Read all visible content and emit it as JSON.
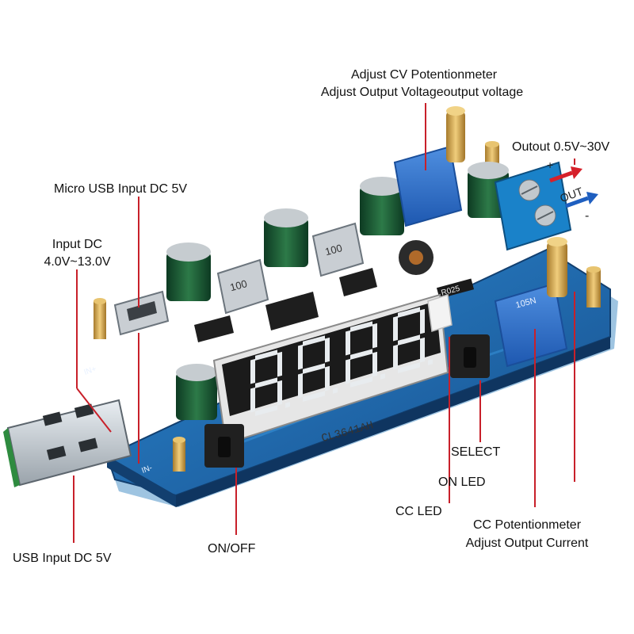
{
  "labels": {
    "cv_pot_title": "Adjust CV Potentionmeter",
    "cv_pot_desc": "Adjust Output Voltageoutput voltage",
    "output_range": "Outout 0.5V~30V",
    "micro_usb": "Micro USB Input DC 5V",
    "input_dc_line1": "Input DC",
    "input_dc_line2": "4.0V~13.0V",
    "select": "SELECT",
    "on_led": "ON LED",
    "cc_led": "CC LED",
    "cc_pot_title": "CC Potentionmeter",
    "cc_pot_desc": "Adjust Output Current",
    "usb_input": "USB Input DC 5V",
    "on_off": "ON/OFF"
  },
  "board_marks": {
    "display_part": "CL3641AH",
    "out_label": "OUT",
    "plus": "+",
    "minus": "-",
    "in_plus": "IN+",
    "in_minus": "IN-",
    "inductor_code_1": "100",
    "inductor_code_2": "100",
    "inductor_code_3": "R025",
    "pot_code": "105N"
  },
  "display": {
    "digits": "8.8.8.8.",
    "segment_color": "#e8ecef"
  },
  "colors": {
    "pcb": "#1f6fb5",
    "leader_line": "#c8202a",
    "arrow_plus": "#d6202a",
    "arrow_minus": "#1f5fc0"
  }
}
